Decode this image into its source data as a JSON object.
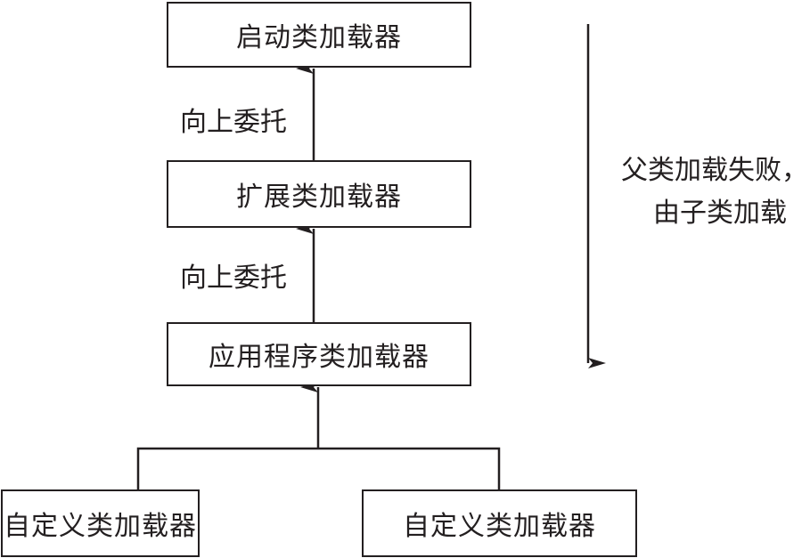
{
  "nodes": {
    "bootstrap": "启动类加载器",
    "extension": "扩展类加载器",
    "application": "应用程序类加载器",
    "custom_left": "自定义类加载器",
    "custom_right": "自定义类加载器"
  },
  "edges": {
    "delegate_up_1": "向上委托",
    "delegate_up_2": "向上委托"
  },
  "side_note": {
    "line1": "父类加载失败，",
    "line2": "由子类加载"
  }
}
